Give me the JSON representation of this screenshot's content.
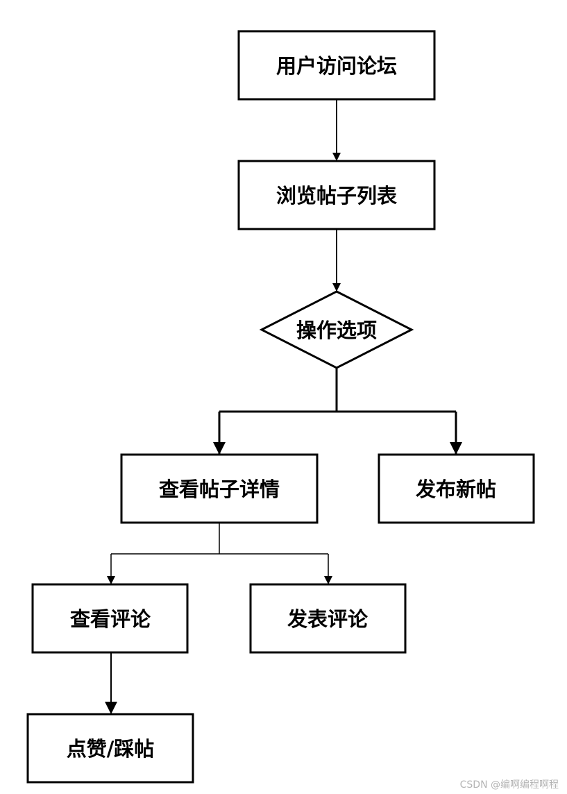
{
  "nodes": {
    "visit_forum": "用户访问论坛",
    "browse_posts": "浏览帖子列表",
    "operation_options": "操作选项",
    "view_post_detail": "查看帖子详情",
    "publish_post": "发布新帖",
    "view_comments": "查看评论",
    "post_comment": "发表评论",
    "like_dislike_post": "点赞/踩帖"
  },
  "watermark": "CSDN @编啊编程啊程"
}
